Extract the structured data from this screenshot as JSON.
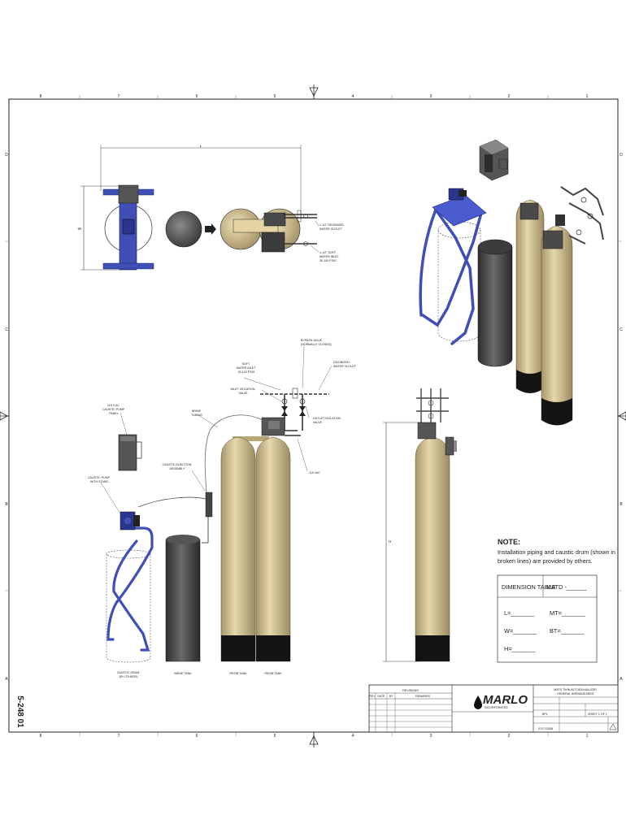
{
  "sheet": {
    "document_number": "5-248 01",
    "col_zones_top": [
      "8",
      "7",
      "6",
      "5",
      "4",
      "3",
      "2",
      "1"
    ],
    "col_zones_bottom": [
      "8",
      "7",
      "6",
      "5",
      "4",
      "3",
      "2",
      "1"
    ],
    "row_zones_left": [
      "D",
      "C",
      "B",
      "A"
    ],
    "row_zones_right": [
      "D",
      "C",
      "B",
      "A"
    ]
  },
  "top_view": {
    "dim_width": "L",
    "dim_height": "W",
    "callout_demin_outlet": [
      "1-1/2\" DEIONIZED",
      "WATER OUTLET"
    ],
    "callout_soft_inlet": [
      "1-1/2\" SOFT",
      "WATER INLET",
      "30-100 PSIG"
    ]
  },
  "front_view": {
    "bypass_valve": [
      "BYPASS VALVE",
      "(NORMALLY CLOSED)"
    ],
    "soft_water_inlet": [
      "SOFT",
      "WATER INLET",
      "30-100 PSIG"
    ],
    "deionized_outlet": [
      "DEIONIZED",
      "WATER OUTLET"
    ],
    "inlet_isolation": [
      "INLET ISOLATION",
      "VALVE"
    ],
    "outlet_isolation": [
      "OUTLET ISOLATION",
      "VALVE"
    ],
    "caustic_pump_panel": [
      "115 V AC",
      "CAUSTIC PUMP",
      "PANEL"
    ],
    "brine_tubing": [
      "BRINE",
      "TUBING"
    ],
    "caustic_injection": [
      "CAUSTIC INJECTION",
      "ASSEMBLY"
    ],
    "power": [
      "115 VAC"
    ],
    "caustic_pump_stand": [
      "CAUSTIC PUMP",
      "WITH STAND"
    ],
    "label_caustic_drum": [
      "CAUSTIC DRUM",
      "(BY OTHERS)"
    ],
    "label_brine_tank": "BRINE TANK",
    "label_resin_tank_1": "RESIN TANK",
    "label_resin_tank_2": "RESIN TANK"
  },
  "side_view": {
    "dim_height": "H"
  },
  "note": {
    "title": "NOTE:",
    "lines": [
      "Installation piping and caustic drum (shown in",
      "broken lines) are provided by others."
    ]
  },
  "dimension_table": {
    "title": "DIMENSION TABLE",
    "model": "MATD -______",
    "l": "L=_______",
    "w": "W=_______",
    "h": "H=_______",
    "mt": "MT=_______",
    "bt": "BT=_______"
  },
  "title_block": {
    "revisions_header": "REVISIONS",
    "rev_cols": [
      "REV",
      "DATE",
      "BY",
      "REMARKS"
    ],
    "company": "MARLO",
    "company_sub": "INCORPORATED",
    "title_lines": [
      "MATD TWIN ALT DEALKALIZER",
      "GENERAL ARRANGEMENT"
    ],
    "drawn_by": "BPL",
    "date": "01/17/2008",
    "sheet": "SHEET  1  OF  1"
  },
  "colors": {
    "tank": "#d7c599",
    "tank_dark": "#8a7a52",
    "tank_base": "#141414",
    "brine": "#4a4a4a",
    "frame_blue": "#3f4fb5",
    "line": "#333333"
  }
}
